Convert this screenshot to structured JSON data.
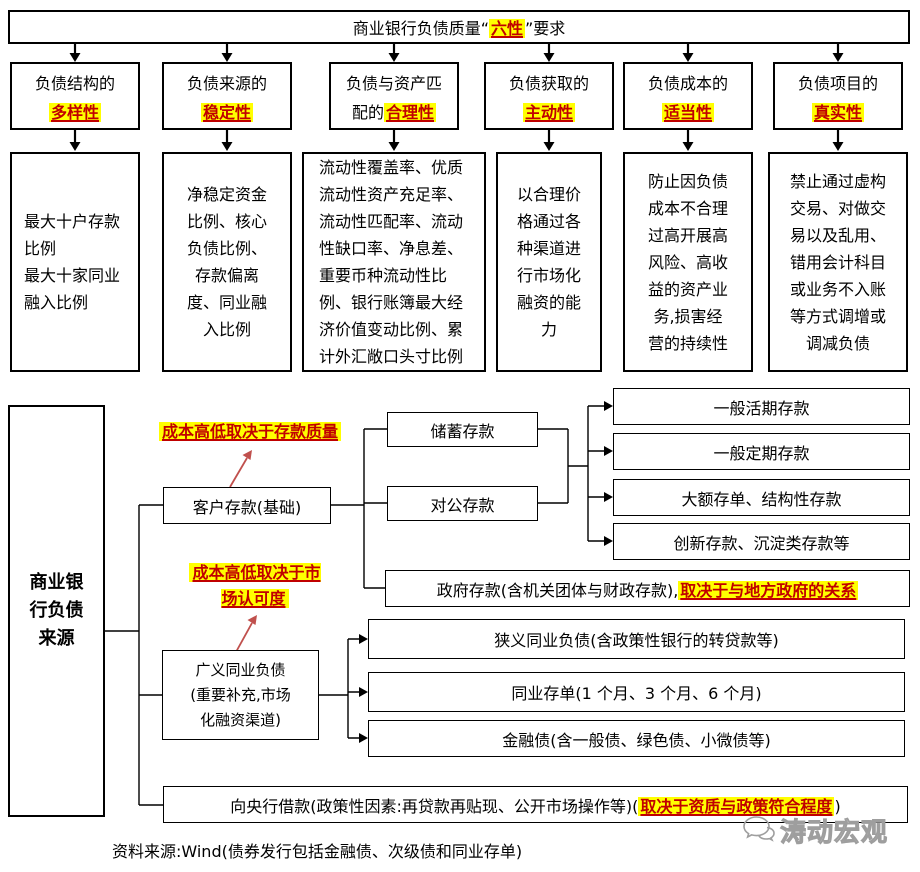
{
  "colors": {
    "highlight": "#ffff00",
    "red_text": "#c00000",
    "red_arrow": "#c0504d",
    "line": "#000000",
    "watermark_gray": "#9e9e9e"
  },
  "banner": {
    "pre": "商业银行负债质量“",
    "highlight": "六性",
    "post": "”要求"
  },
  "columns": [
    {
      "header_line1": "负债结构的",
      "header_line2_pre": "",
      "header_highlight": "多样性",
      "detail": "最大十户存款比例\n最大十家同业融入比例"
    },
    {
      "header_line1": "负债来源的",
      "header_line2_pre": "",
      "header_highlight": "稳定性",
      "detail": "净稳定资金比例、核心负债比例、存款偏离度、同业融入比例"
    },
    {
      "header_line1": "负债与资产匹",
      "header_line2_pre": "配的",
      "header_highlight": "合理性",
      "detail": "流动性覆盖率、优质流动性资产充足率、流动性匹配率、流动性缺口率、净息差、重要币种流动性比例、银行账簿最大经济价值变动比例、累计外汇敞口头寸比例"
    },
    {
      "header_line1": "负债获取的",
      "header_line2_pre": "",
      "header_highlight": "主动性",
      "detail": "以合理价格通过各种渠道进行市场化融资的能力"
    },
    {
      "header_line1": "负债成本的",
      "header_line2_pre": "",
      "header_highlight": "适当性",
      "detail": "防止因负债成本不合理过高开展高风险、高收益的资产业务,损害经营的持续性"
    },
    {
      "header_line1": "负债项目的",
      "header_line2_pre": "",
      "header_highlight": "真实性",
      "detail": "禁止通过虚构交易、对做交易以及乱用、错用会计科目或业务不入账等方式调增或调减负债"
    }
  ],
  "bottom": {
    "root": "商业银\n行负债\n来源",
    "cost_label_deposit": "成本高低取决于存款质量",
    "cost_label_market": "成本高低取决于市\n场认可度",
    "customer_deposit": "客户存款(基础)",
    "savings_deposit": "储蓄存款",
    "corporate_deposit": "对公存款",
    "deposit_types": [
      "一般活期存款",
      "一般定期存款",
      "大额存单、结构性存款",
      "创新存款、沉淀类存款等"
    ],
    "government": {
      "pre": "政府存款(含机关团体与财政存款),",
      "highlight": "取决于与地方政府的关系"
    },
    "interbank_broad": "广义同业负债\n(重要补充,市场\n化融资渠道)",
    "interbank_items": [
      "狭义同业负债(含政策性银行的转贷款等)",
      "同业存单(1 个月、3 个月、6 个月)",
      "金融债(含一般债、绿色债、小微债等)"
    ],
    "central_bank": {
      "pre": "向央行借款(政策性因素:再贷款再贴现、公开市场操作等)(",
      "highlight": "取决于资质与政策符合程度",
      "post": ")"
    }
  },
  "footer": {
    "source": "资料来源:Wind(债券发行包括金融债、次级债和同业存单)",
    "watermark": "涛动宏观"
  }
}
